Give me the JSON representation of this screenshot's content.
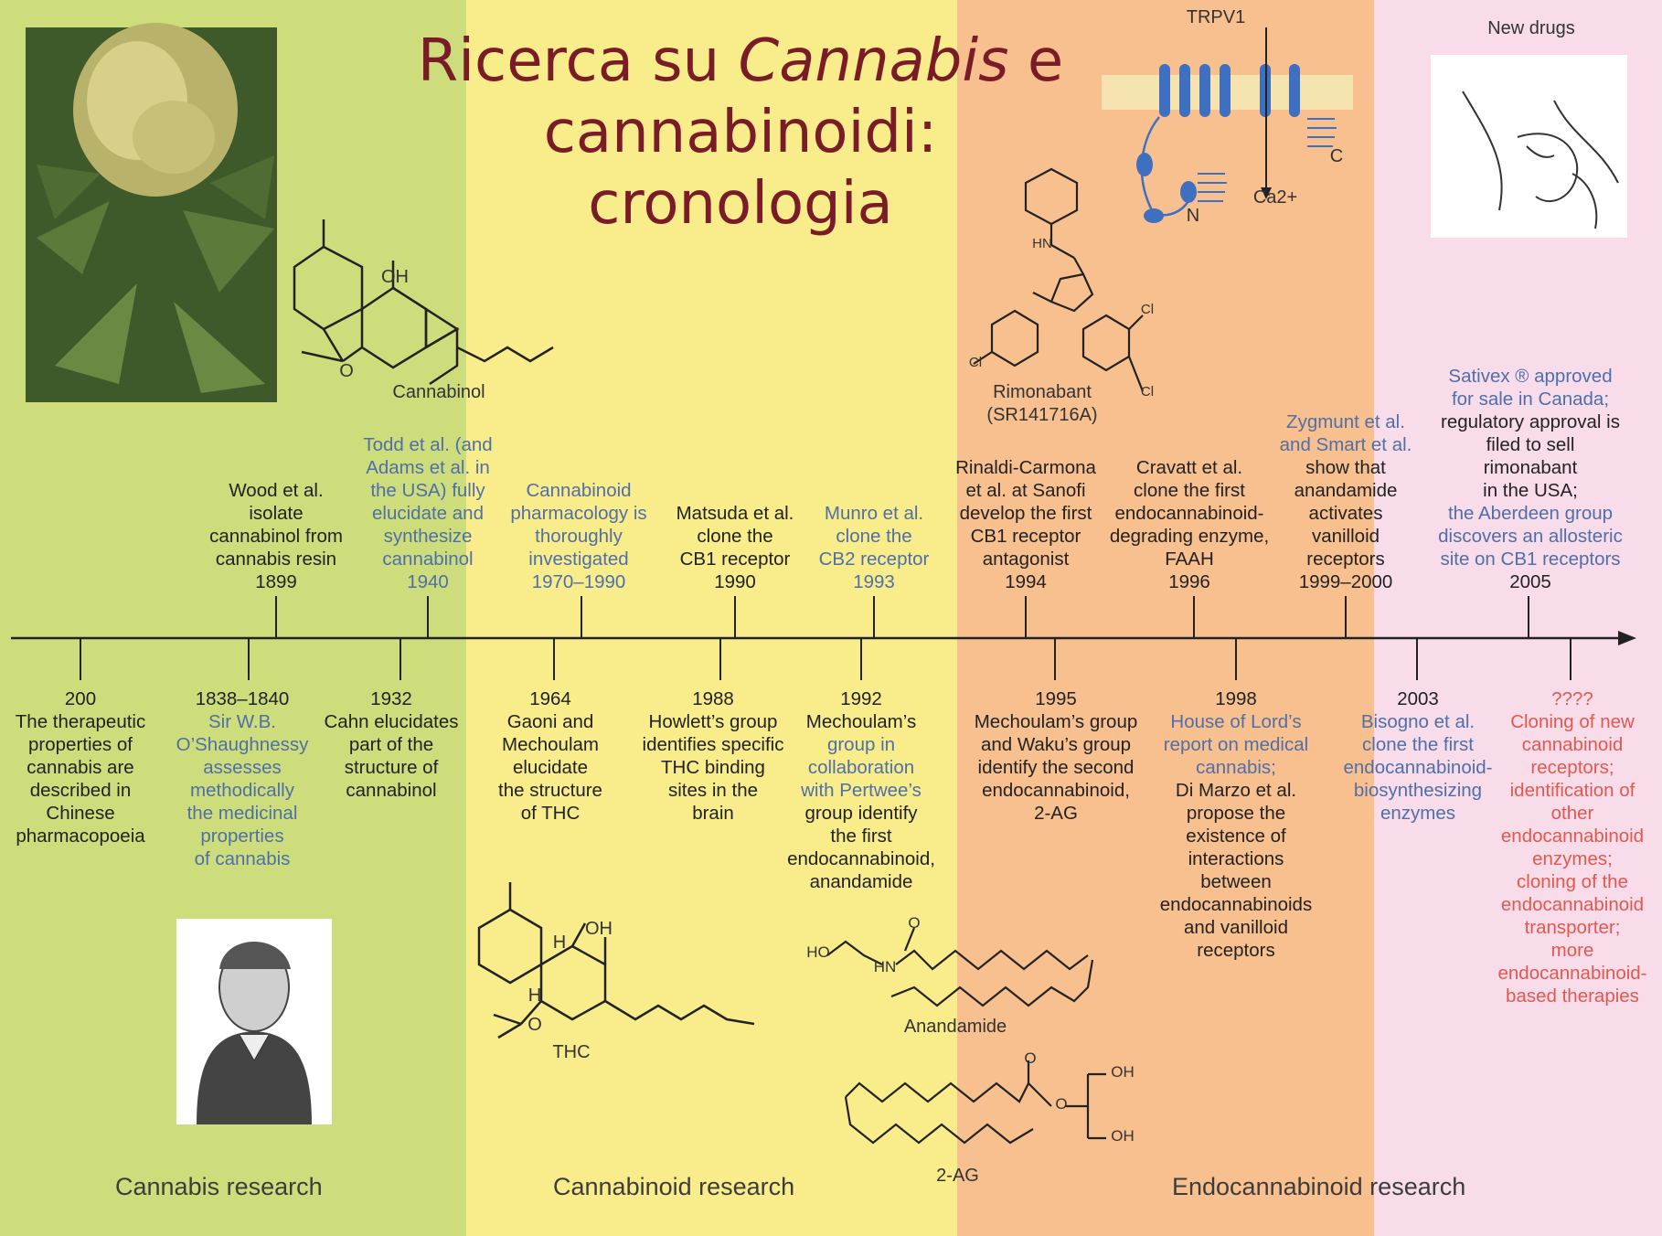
{
  "title": {
    "line1_pre": "Ricerca su ",
    "line1_italic": "Cannabis",
    "line1_post": "  e",
    "line2": "cannabinoidi:",
    "line3": "cronologia"
  },
  "colors": {
    "green_band": "#cedd7b",
    "yellow_band": "#f9ec8b",
    "orange_band": "#f8c08f",
    "pink_band": "#f9dcea",
    "title": "#7a1c28",
    "blue_text": "#4f6fa8",
    "red_text": "#e2584f"
  },
  "eras": [
    "Cannabis research",
    "Cannabinoid research",
    "Endocannabinoid research"
  ],
  "image_labels": {
    "cannabinol": "Cannabinol",
    "thc": "THC",
    "anandamide": "Anandamide",
    "two_ag": "2-AG",
    "rimonabant_1": "Rimonabant",
    "rimonabant_2": "(SR141716A)",
    "trpv1": "TRPV1",
    "new_drugs": "New drugs",
    "ca": "Ca2+",
    "c_term": "C",
    "n_term": "N",
    "oh": "OH",
    "h": "H",
    "o": "O",
    "hn": "HN",
    "ho": "HO",
    "cl": "Cl"
  },
  "above": [
    {
      "lines": [
        "Wood et al.",
        "isolate",
        "cannabinol from",
        "cannabis resin",
        "1899"
      ]
    },
    {
      "lines": [
        "Todd et al. (and",
        "Adams et al. in",
        "the USA) fully",
        "elucidate and",
        "synthesize",
        "cannabinol",
        "1940"
      ]
    },
    {
      "lines": [
        "Cannabinoid",
        "pharmacology is",
        "thoroughly",
        "investigated",
        "1970–1990"
      ]
    },
    {
      "lines": [
        "Matsuda et al.",
        "clone the",
        "CB1 receptor",
        "1990"
      ]
    },
    {
      "lines": [
        "Munro et al.",
        "clone the",
        "CB2 receptor",
        "1993"
      ]
    },
    {
      "lines": [
        "Rinaldi-Carmona",
        "et al. at Sanofi",
        "develop the first",
        "CB1 receptor",
        "antagonist",
        "1994"
      ]
    },
    {
      "lines": [
        "Cravatt et al.",
        "clone the first",
        "endocannabinoid-",
        "degrading enzyme,",
        "FAAH",
        "1996"
      ]
    },
    {
      "lines": [
        "Zygmunt et al.",
        "and Smart et al.",
        "show that",
        "anandamide",
        "activates",
        "vanilloid",
        "receptors",
        "1999–2000"
      ]
    },
    {
      "lines": [
        "Sativex ® approved",
        "for sale in Canada;",
        "regulatory approval is",
        "filed to sell",
        "rimonabant",
        "in the USA;",
        "the Aberdeen group",
        "discovers an allosteric",
        "site on CB1 receptors",
        "2005"
      ]
    }
  ],
  "below": [
    {
      "lines": [
        "200",
        "The therapeutic",
        "properties of",
        "cannabis are",
        "described in",
        "Chinese",
        "pharmacopoeia"
      ]
    },
    {
      "lines": [
        "1838–1840",
        "Sir W.B.",
        "O’Shaughnessy",
        "assesses",
        "methodically",
        "the medicinal",
        "properties",
        "of cannabis"
      ]
    },
    {
      "lines": [
        "1932",
        "Cahn elucidates",
        "part of the",
        "structure of",
        "cannabinol"
      ]
    },
    {
      "lines": [
        "1964",
        "Gaoni and",
        "Mechoulam",
        "elucidate",
        "the structure",
        "of THC"
      ]
    },
    {
      "lines": [
        "1988",
        "Howlett’s group",
        "identifies specific",
        "THC binding",
        "sites in the",
        "brain"
      ]
    },
    {
      "lines": [
        "1992",
        "Mechoulam’s",
        "group in",
        "collaboration",
        "with Pertwee’s",
        "group identify",
        "the first",
        "endocannabinoid,",
        "anandamide"
      ]
    },
    {
      "lines": [
        "1995",
        "Mechoulam’s group",
        "and Waku’s group",
        "identify the second",
        "endocannabinoid,",
        "2-AG"
      ]
    },
    {
      "lines": [
        "1998",
        "House of Lord’s",
        "report on medical",
        "cannabis;",
        "Di Marzo et al.",
        "propose the",
        "existence of",
        "interactions",
        "between",
        "endocannabinoids",
        "and vanilloid",
        "receptors"
      ]
    },
    {
      "lines": [
        "2003",
        "Bisogno et al.",
        "clone the first",
        "endocannabinoid-",
        "biosynthesizing",
        "enzymes"
      ]
    },
    {
      "lines": [
        "????",
        "Cloning of new",
        "cannabinoid",
        "receptors;",
        "identification of",
        "other",
        "endocannabinoid",
        "enzymes;",
        "cloning of the",
        "endocannabinoid",
        "transporter;",
        "more",
        "endocannabinoid-",
        "based therapies"
      ]
    }
  ]
}
